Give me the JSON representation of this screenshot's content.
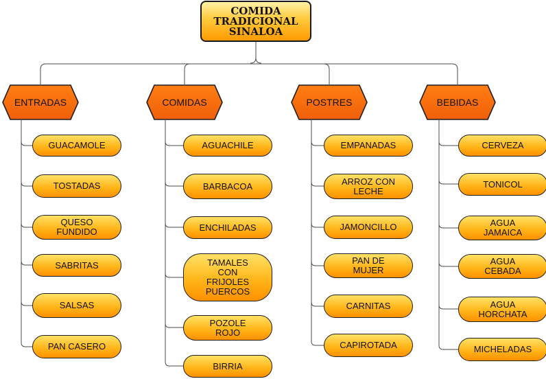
{
  "root": {
    "title": "COMIDA\nTRADICIONAL\nSINALOA"
  },
  "categories": [
    {
      "label": "ENTRADAS",
      "items": [
        "GUACAMOLE",
        "TOSTADAS",
        "QUESO\nFUNDIDO",
        "SABRITAS",
        "SALSAS",
        "PAN CASERO"
      ]
    },
    {
      "label": "COMIDAS",
      "items": [
        "AGUACHILE",
        "BARBACOA",
        "ENCHILADAS",
        "TAMALES\nCON\nFRIJOLES\nPUERCOS",
        "POZOLE\nROJO",
        "BIRRIA"
      ]
    },
    {
      "label": "POSTRES",
      "items": [
        "EMPANADAS",
        "ARROZ CON\nLECHE",
        "JAMONCILLO",
        "PAN DE\nMUJER",
        "CARNITAS",
        "CAPIROTADA"
      ]
    },
    {
      "label": "BEBIDAS",
      "items": [
        "CERVEZA",
        "TONICOL",
        "AGUA\nJAMAICA",
        "AGUA\nCEBADA",
        "AGUA\nHORCHATA",
        "MICHELADAS"
      ]
    }
  ],
  "colors": {
    "category_fill": "#ff8a10",
    "category_fill_dark": "#e8550c",
    "item_fill": "#ffb020",
    "line": "#4a4a4a"
  }
}
